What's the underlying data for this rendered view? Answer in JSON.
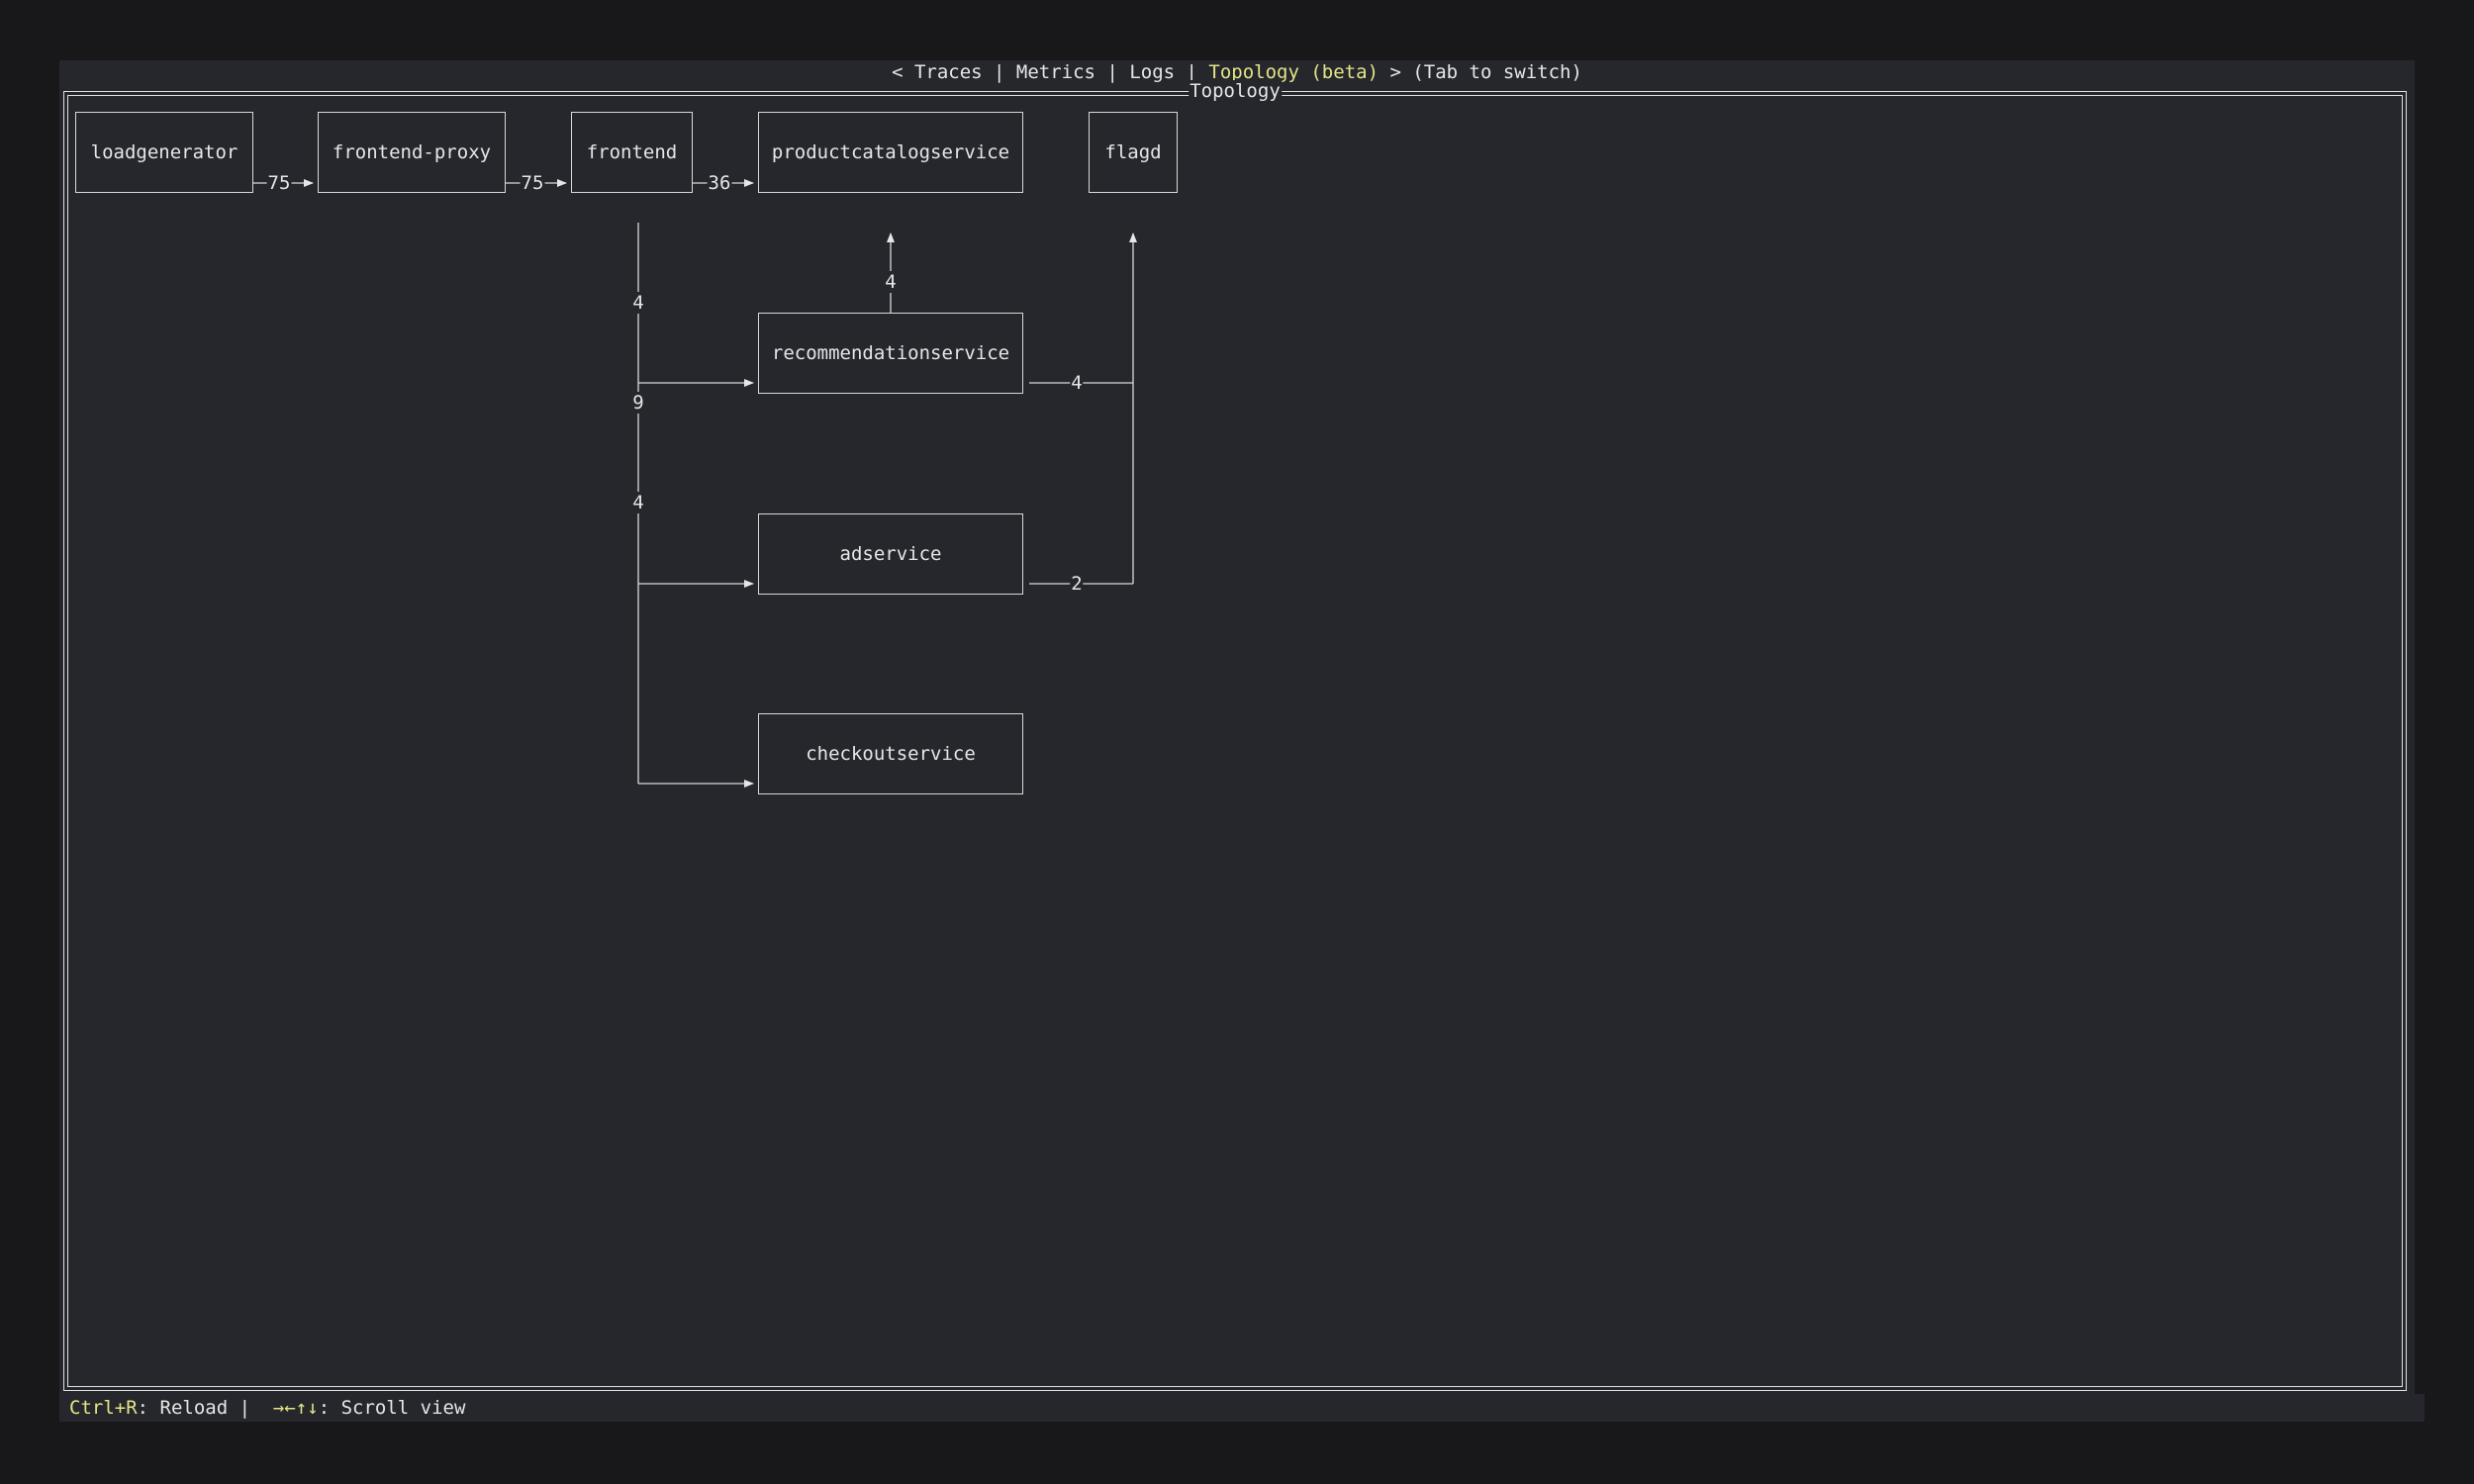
{
  "tabs": {
    "prefix": "< ",
    "traces": "Traces",
    "metrics": "Metrics",
    "logs": "Logs",
    "topology": "Topology (beta)",
    "suffix": " > (Tab to switch)",
    "sep": " | "
  },
  "panel": {
    "title": "Topology"
  },
  "nodes": {
    "loadgenerator": "loadgenerator",
    "frontend_proxy": "frontend-proxy",
    "frontend": "frontend",
    "productcatalogservice": "productcatalogservice",
    "flagd": "flagd",
    "recommendationservice": "recommendationservice",
    "adservice": "adservice",
    "checkoutservice": "checkoutservice"
  },
  "edges": {
    "loadgenerator_frontend_proxy": "75",
    "frontend_proxy_frontend": "75",
    "frontend_productcatalog": "36",
    "recommendation_productcatalog": "4",
    "frontend_recommendation": "4",
    "frontend_adservice": "9",
    "frontend_checkout": "4",
    "recommendation_flagd": "4",
    "adservice_flagd": "2"
  },
  "status": {
    "reload_key": "Ctrl+R",
    "reload_label": ": Reload |  ",
    "scroll_key": "→←↑↓",
    "scroll_label": ": Scroll view"
  }
}
